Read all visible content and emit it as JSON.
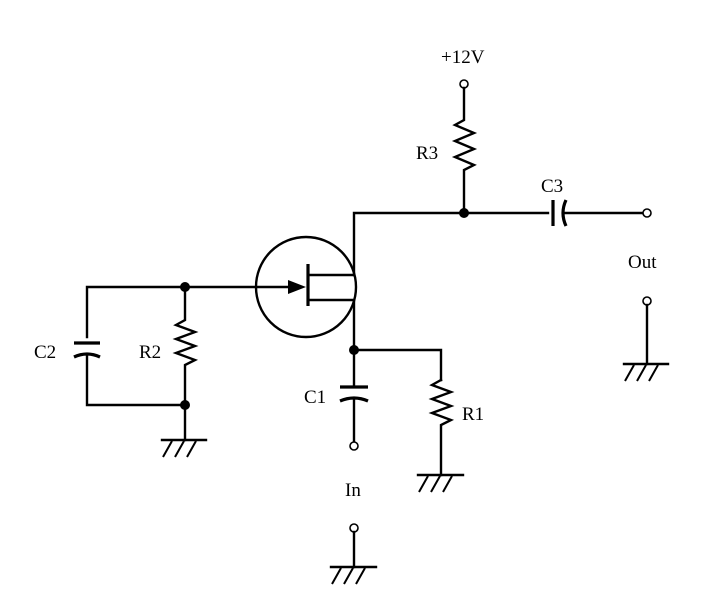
{
  "labels": {
    "supply": "+12V",
    "r1": "R1",
    "r2": "R2",
    "r3": "R3",
    "c1": "C1",
    "c2": "C2",
    "c3": "C3",
    "input": "In",
    "output": "Out"
  },
  "colors": {
    "ink": "#000000",
    "background": "#ffffff"
  }
}
